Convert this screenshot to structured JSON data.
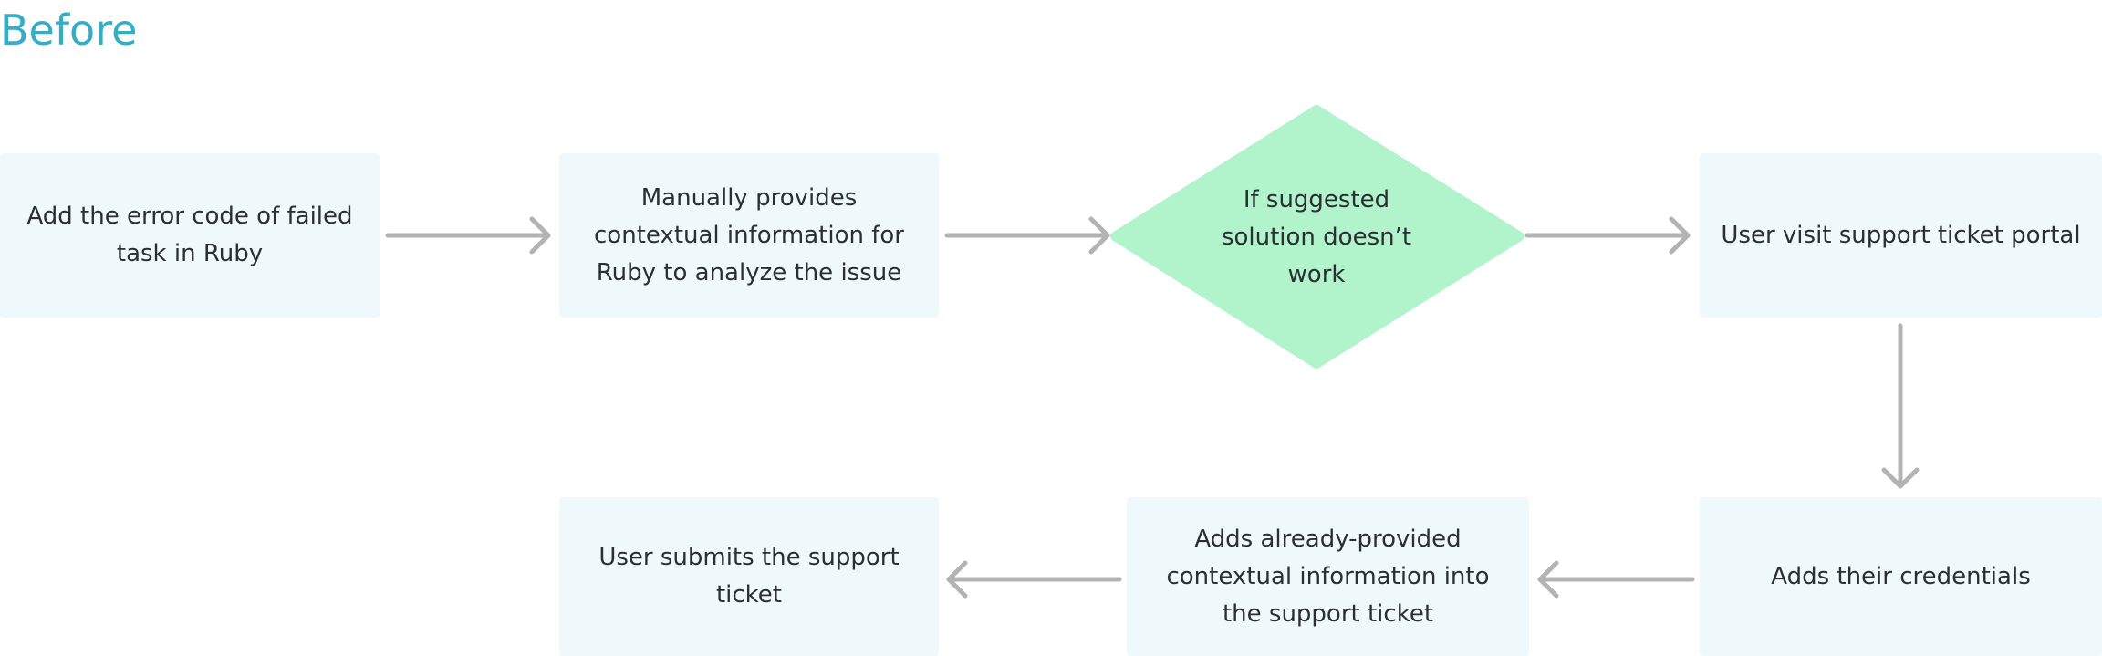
{
  "title": "Before",
  "colors": {
    "title": "#35adc7",
    "box_fill": "#eff8fb",
    "decision_fill": "#b1f4cb",
    "arrow": "#b3b3b3",
    "text": "#2b2f33"
  },
  "nodes": {
    "step1": "Add the error code of failed\ntask in Ruby",
    "step2": "Manually provides\ncontextual information for\nRuby to analyze the issue",
    "decision": "If suggested\nsolution doesn’t\nwork",
    "step3": "User visit support ticket portal",
    "step4": "Adds their credentials",
    "step5": "Adds already-provided\ncontextual information into\nthe support ticket",
    "step6": "User submits the support\nticket"
  }
}
